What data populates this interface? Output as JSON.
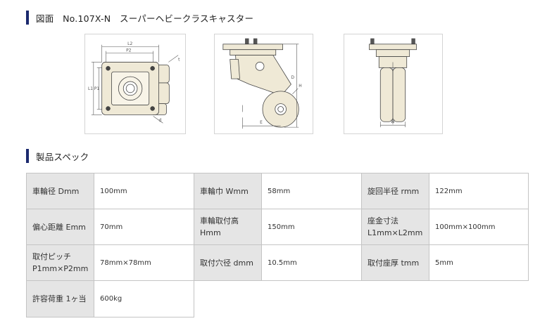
{
  "drawings_section": {
    "title": "図面　No.107X-N　スーパーヘビークラスキャスター",
    "drawings": [
      {
        "name": "front-view",
        "labels": {
          "l2": "L2",
          "p2": "P2",
          "l1": "L1",
          "p1": "P1",
          "t": "t",
          "d": "d"
        }
      },
      {
        "name": "side-view",
        "labels": {
          "h": "H",
          "d": "D",
          "e": "E"
        }
      },
      {
        "name": "rear-view",
        "labels": {
          "w": "W"
        }
      }
    ]
  },
  "specs_section": {
    "title": "製品スペック",
    "rows": [
      [
        {
          "label": "車輪径 Dmm",
          "value": "100mm"
        },
        {
          "label": "車輪巾 Wmm",
          "value": "58mm"
        },
        {
          "label": "旋回半径 rmm",
          "value": "122mm"
        }
      ],
      [
        {
          "label": "偏心距離 Emm",
          "value": "70mm"
        },
        {
          "label": "車輪取付高 Hmm",
          "value": "150mm"
        },
        {
          "label": "座金寸法 L1mm×L2mm",
          "value": "100mm×100mm"
        }
      ],
      [
        {
          "label": "取付ピッチ P1mm×P2mm",
          "value": "78mm×78mm"
        },
        {
          "label": "取付穴径 dmm",
          "value": "10.5mm"
        },
        {
          "label": "取付座厚 tmm",
          "value": "5mm"
        }
      ],
      [
        {
          "label": "許容荷重 1ヶ当",
          "value": "600kg"
        }
      ]
    ]
  },
  "colors": {
    "accent_bar": "#1c2a6e",
    "label_bg": "#e5e5e5",
    "border": "#c4c4c4",
    "caster_fill": "#efe9d6"
  }
}
